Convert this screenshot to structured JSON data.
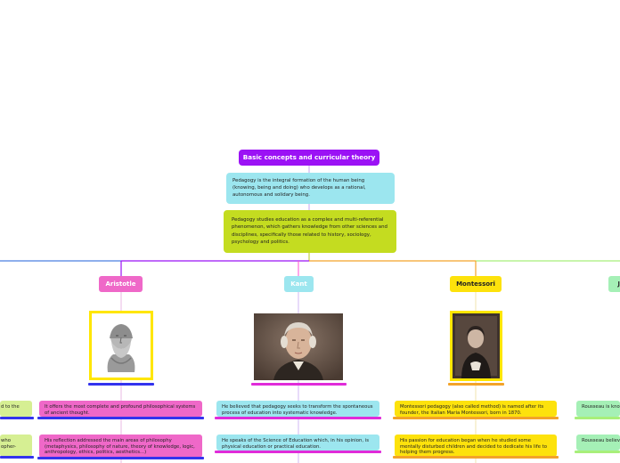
{
  "root": {
    "title": "Basic concepts and curricular theory"
  },
  "definition": "Pedagogy is the integral formation of the human being (knowing, being and doing) who develops as a rational, autonomous and solidary being.",
  "studies": "Pedagogy studies education as a complex and multi-referential phenomenon, which gathers knowledge from other sciences and disciplines, specifically those related to history, sociology, psychology and politics.",
  "branches": [
    {
      "name": "Aristotle",
      "color": "#ef68c8",
      "photo": "bust-of-aristotle",
      "notes": [
        "It offers the most complete and profound philosophical systems of ancient thought.",
        "His reflection addressed the main areas of philosophy (metaphysics, philosophy of nature, theory of knowledge, logic, anthropology, ethics, politics, aesthetics...)"
      ]
    },
    {
      "name": "Kant",
      "color": "#9ce6ef",
      "photo": "portrait-of-kant",
      "notes": [
        "He believed that pedagogy seeks to transform the spontaneous process of education into systematic knowledge.",
        "He speaks of the Science of Education which, in his opinion, is physical education or practical education."
      ]
    },
    {
      "name": "Montessori",
      "color": "#fde20c",
      "photo": "portrait-of-montessori",
      "notes": [
        "Montessori pedagogy (also called method) is named after its founder, the Italian Maria Montessori, born in 1870.",
        "His passion for education began when he studied some mentally disturbed children and decided to dedicate his life to helping them progress."
      ]
    },
    {
      "name": "J",
      "color": "#a5f0b6",
      "notes": [
        "Rousseau is kno of modern progr",
        "Rousseau believ \"fix one's eyes o"
      ]
    }
  ],
  "left_cut_notes": [
    "d to the",
    "who\nopher-"
  ]
}
